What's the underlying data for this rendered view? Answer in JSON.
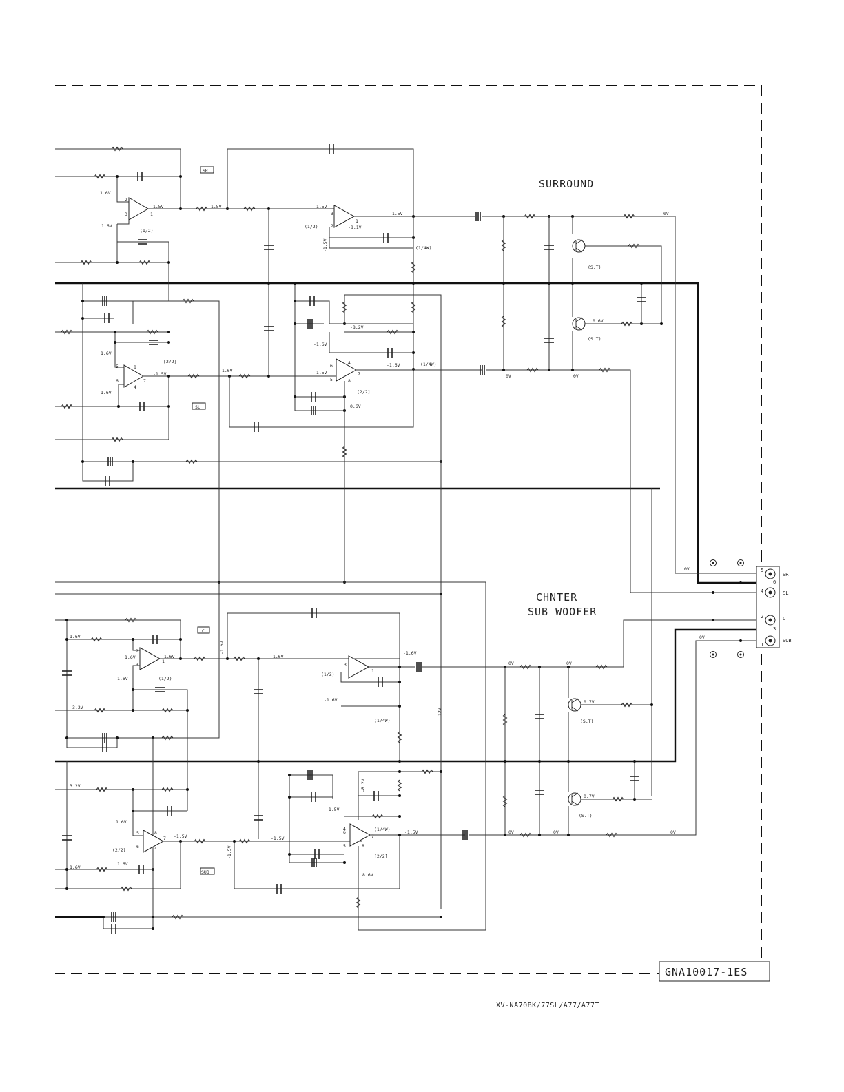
{
  "labels": {
    "surround": "SURROUND",
    "center_sub": [
      "CHNTER",
      "SUB WOOFER"
    ],
    "doc_id": "GNA10017-1ES",
    "model": "XV-NA70BK/77SL/A77/A77T"
  },
  "channel_tags": {
    "sr": "SR",
    "sl": "SL",
    "c": "C",
    "sub": "SUB"
  },
  "opamp_units": {
    "half1": "(1/2)",
    "half2": "(2/2)",
    "half2b": "[2/2]",
    "quarter": "(1/4W)"
  },
  "transistor_label": "(S.T)",
  "voltages": {
    "v16": "1.6V",
    "m15": "-1.5V",
    "m16": "-1.6V",
    "m81": "-8.1V",
    "m82": "-8.2V",
    "v0": "0V",
    "v06": "0.6V",
    "v07": "0.7V",
    "v32": "3.2V",
    "m12": "-12V",
    "v86": "8.6V"
  },
  "pins": {
    "p1": "1",
    "p2": "2",
    "p3": "3",
    "p4": "4",
    "p5": "5",
    "p6": "6",
    "p7": "7",
    "p8": "8"
  },
  "connector": {
    "pins": [
      "5",
      "6",
      "4",
      "2",
      "3",
      "1"
    ],
    "signals": [
      "SR",
      "SL",
      "C",
      "SUB"
    ]
  }
}
